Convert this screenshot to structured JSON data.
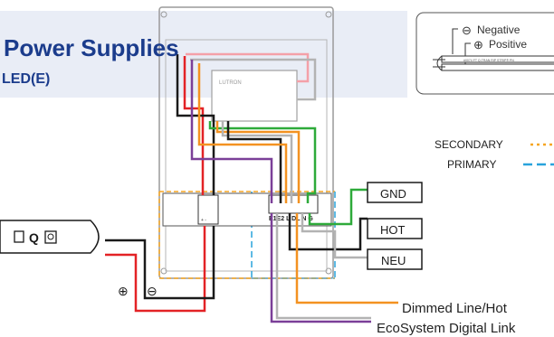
{
  "header": {
    "title": "Power Supplies",
    "subtitle": "LED(E)"
  },
  "cable": {
    "negative_label": "Negative",
    "positive_label": "Positive",
    "print": "#0074 FT  Q-TRAN RIP STRIP®  PN",
    "negative_symbol": "⊖",
    "positive_symbol": "⊕"
  },
  "legend": {
    "secondary_label": "SECONDARY",
    "primary_label": "PRIMARY",
    "secondary_color": "#f6a623",
    "primary_color": "#29a3dc"
  },
  "device": {
    "label": "LUTRON",
    "terminal_labels": "E1E2 L  DL N  G",
    "small_terminal_symbols": "+  -"
  },
  "mains": {
    "gnd": "GND",
    "hot": "HOT",
    "neu": "NEU"
  },
  "callouts": {
    "dimmed_line_hot": "Dimmed Line/Hot",
    "ecosystem_link": "EcoSystem Digital Link"
  },
  "fixture": {
    "icon_q": "Q",
    "positive_symbol": "⊕",
    "negative_symbol": "⊖"
  },
  "wire_colors": {
    "red": "#e32226",
    "black": "#1a1a1a",
    "green": "#2eaa3a",
    "orange": "#f39221",
    "purple": "#7b3f98",
    "gray": "#b3b3b3",
    "pink": "#f4a0a8"
  }
}
